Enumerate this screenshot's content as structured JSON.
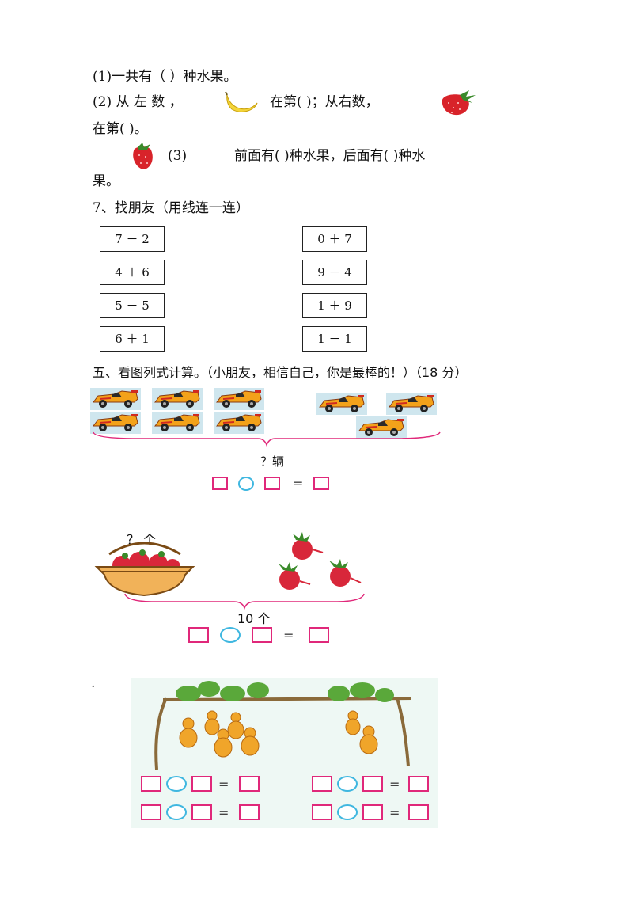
{
  "q6": {
    "line1": "(1)一共有（            ）种水果。",
    "line2a": "(2)  从   左   数  ，",
    "line2b": "在第(        )；从右数，",
    "line3": "在第(        )。",
    "line4a": "(3)",
    "line4b": "前面有(            )种水果，后面有(            )种水",
    "line5": "果。"
  },
  "q7": {
    "title": "7、找朋友（用线连一连）",
    "left": [
      "7 － 2",
      "4 ＋ 6",
      "5 － 5",
      "6 ＋ 1"
    ],
    "right": [
      "0 ＋ 7",
      "9 － 4",
      "1 ＋ 9",
      "1 － 1"
    ]
  },
  "section5": {
    "title": "五、看图列式计算。（小朋友，相信自己，你是最棒的！）（18 分）",
    "cars_label": "？辆",
    "radish_top_label": "？ 个",
    "radish_total_label": "10 个",
    "dot": ".",
    "equals": "="
  },
  "colors": {
    "box_pink": "#e0287a",
    "circle_blue": "#3fb7e0",
    "brace": "#e0287a"
  }
}
